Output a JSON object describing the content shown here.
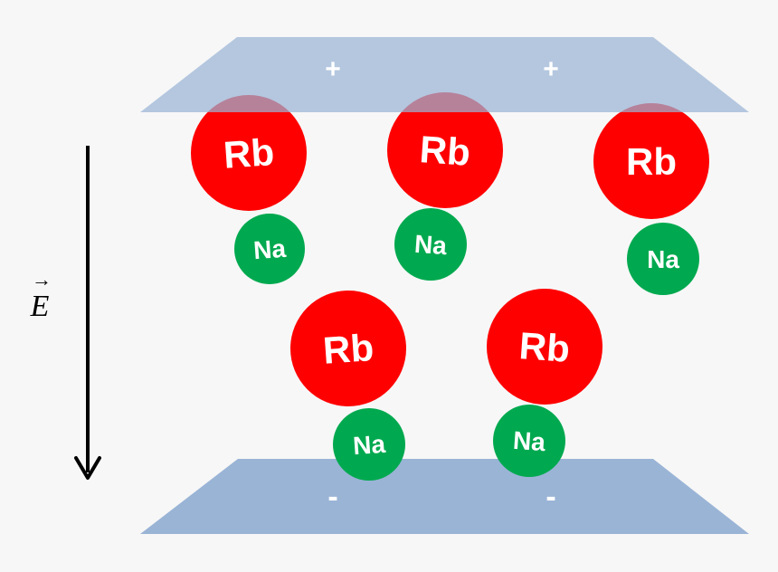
{
  "colors": {
    "background": "#f7f7f7",
    "plate": "#9ab4d6",
    "rb": "#ff0000",
    "na": "#00a94f",
    "label": "#ffffff",
    "arrow": "#000000"
  },
  "plates": {
    "top": {
      "sign": "+",
      "sign_count": 2
    },
    "bottom": {
      "sign": "-",
      "sign_count": 2
    }
  },
  "field": {
    "label": "E",
    "vector_arrow": "→",
    "direction": "down"
  },
  "molecules": [
    {
      "rb": "Rb",
      "na": "Na"
    },
    {
      "rb": "Rb",
      "na": "Na"
    },
    {
      "rb": "Rb",
      "na": "Na"
    },
    {
      "rb": "Rb",
      "na": "Na"
    },
    {
      "rb": "Rb",
      "na": "Na"
    }
  ]
}
